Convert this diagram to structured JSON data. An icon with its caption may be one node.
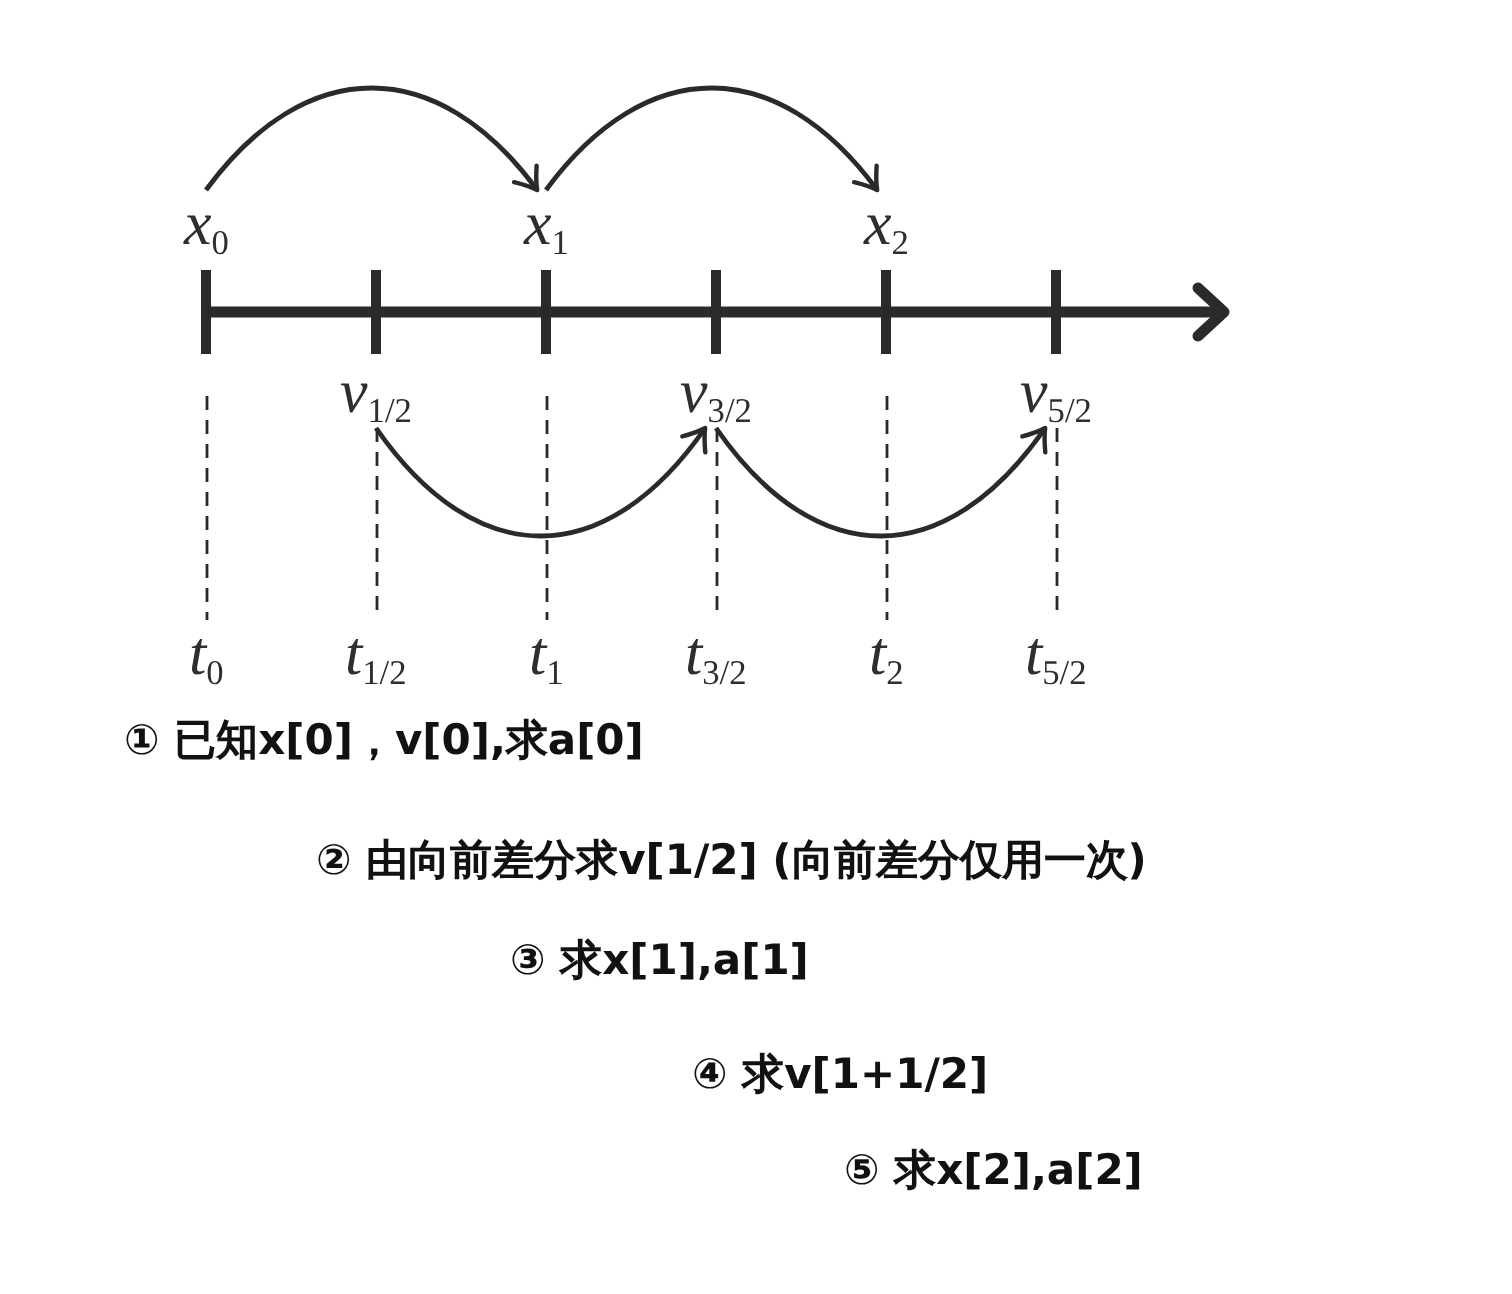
{
  "diagram": {
    "nodes": [
      {
        "text": [
          "*x*$_{0}$"
        ]
      },
      {
        "text": [
          "*x*$_{1}$"
        ]
      },
      {
        "text": [
          "*x*$_{2}$"
        ]
      },
      {
        "text": [
          "*v*$_{1/2}$"
        ]
      },
      {
        "text": [
          "*v*$_{3/2}$"
        ]
      },
      {
        "text": [
          "*v*$_{5/2}$"
        ]
      },
      {
        "text": [
          "*t*$_{0}$"
        ]
      },
      {
        "text": [
          "*t*$_{1/2}$"
        ]
      },
      {
        "text": [
          "*t*$_{1}$"
        ]
      },
      {
        "text": [
          "*t*$_{3/2}$"
        ]
      },
      {
        "text": [
          "*t*$_{2}$"
        ]
      },
      {
        "text": [
          "*t*$_{5/2}$"
        ]
      }
    ],
    "edges": [
      {
        "from": 0,
        "to": 1,
        "arrow": "to"
      },
      {
        "from": 1,
        "to": 2,
        "arrow": "to"
      },
      {
        "from": 3,
        "to": 4,
        "arrow": "to"
      },
      {
        "from": 4,
        "to": 5,
        "arrow": "to"
      },
      {
        "from": null,
        "to": 6,
        "arrow": "none",
        "style": "dashed"
      },
      {
        "from": 3,
        "to": 7,
        "arrow": "none",
        "style": "dashed"
      },
      {
        "from": null,
        "to": 8,
        "arrow": "none",
        "style": "dashed"
      },
      {
        "from": 4,
        "to": 9,
        "arrow": "none",
        "style": "dashed"
      },
      {
        "from": null,
        "to": 10,
        "arrow": "none",
        "style": "dashed"
      },
      {
        "from": 5,
        "to": 11,
        "arrow": "none",
        "style": "dashed"
      }
    ],
    "labels": [
      "① 已知x[0]，v[0],求a[0]",
      "② 由向前差分求v[1/2] (向前差分仅用一次)",
      "③ 求x[1],a[1]",
      "④ 求v[1+1/2]",
      "⑤ 求x[2],a[2]"
    ]
  }
}
